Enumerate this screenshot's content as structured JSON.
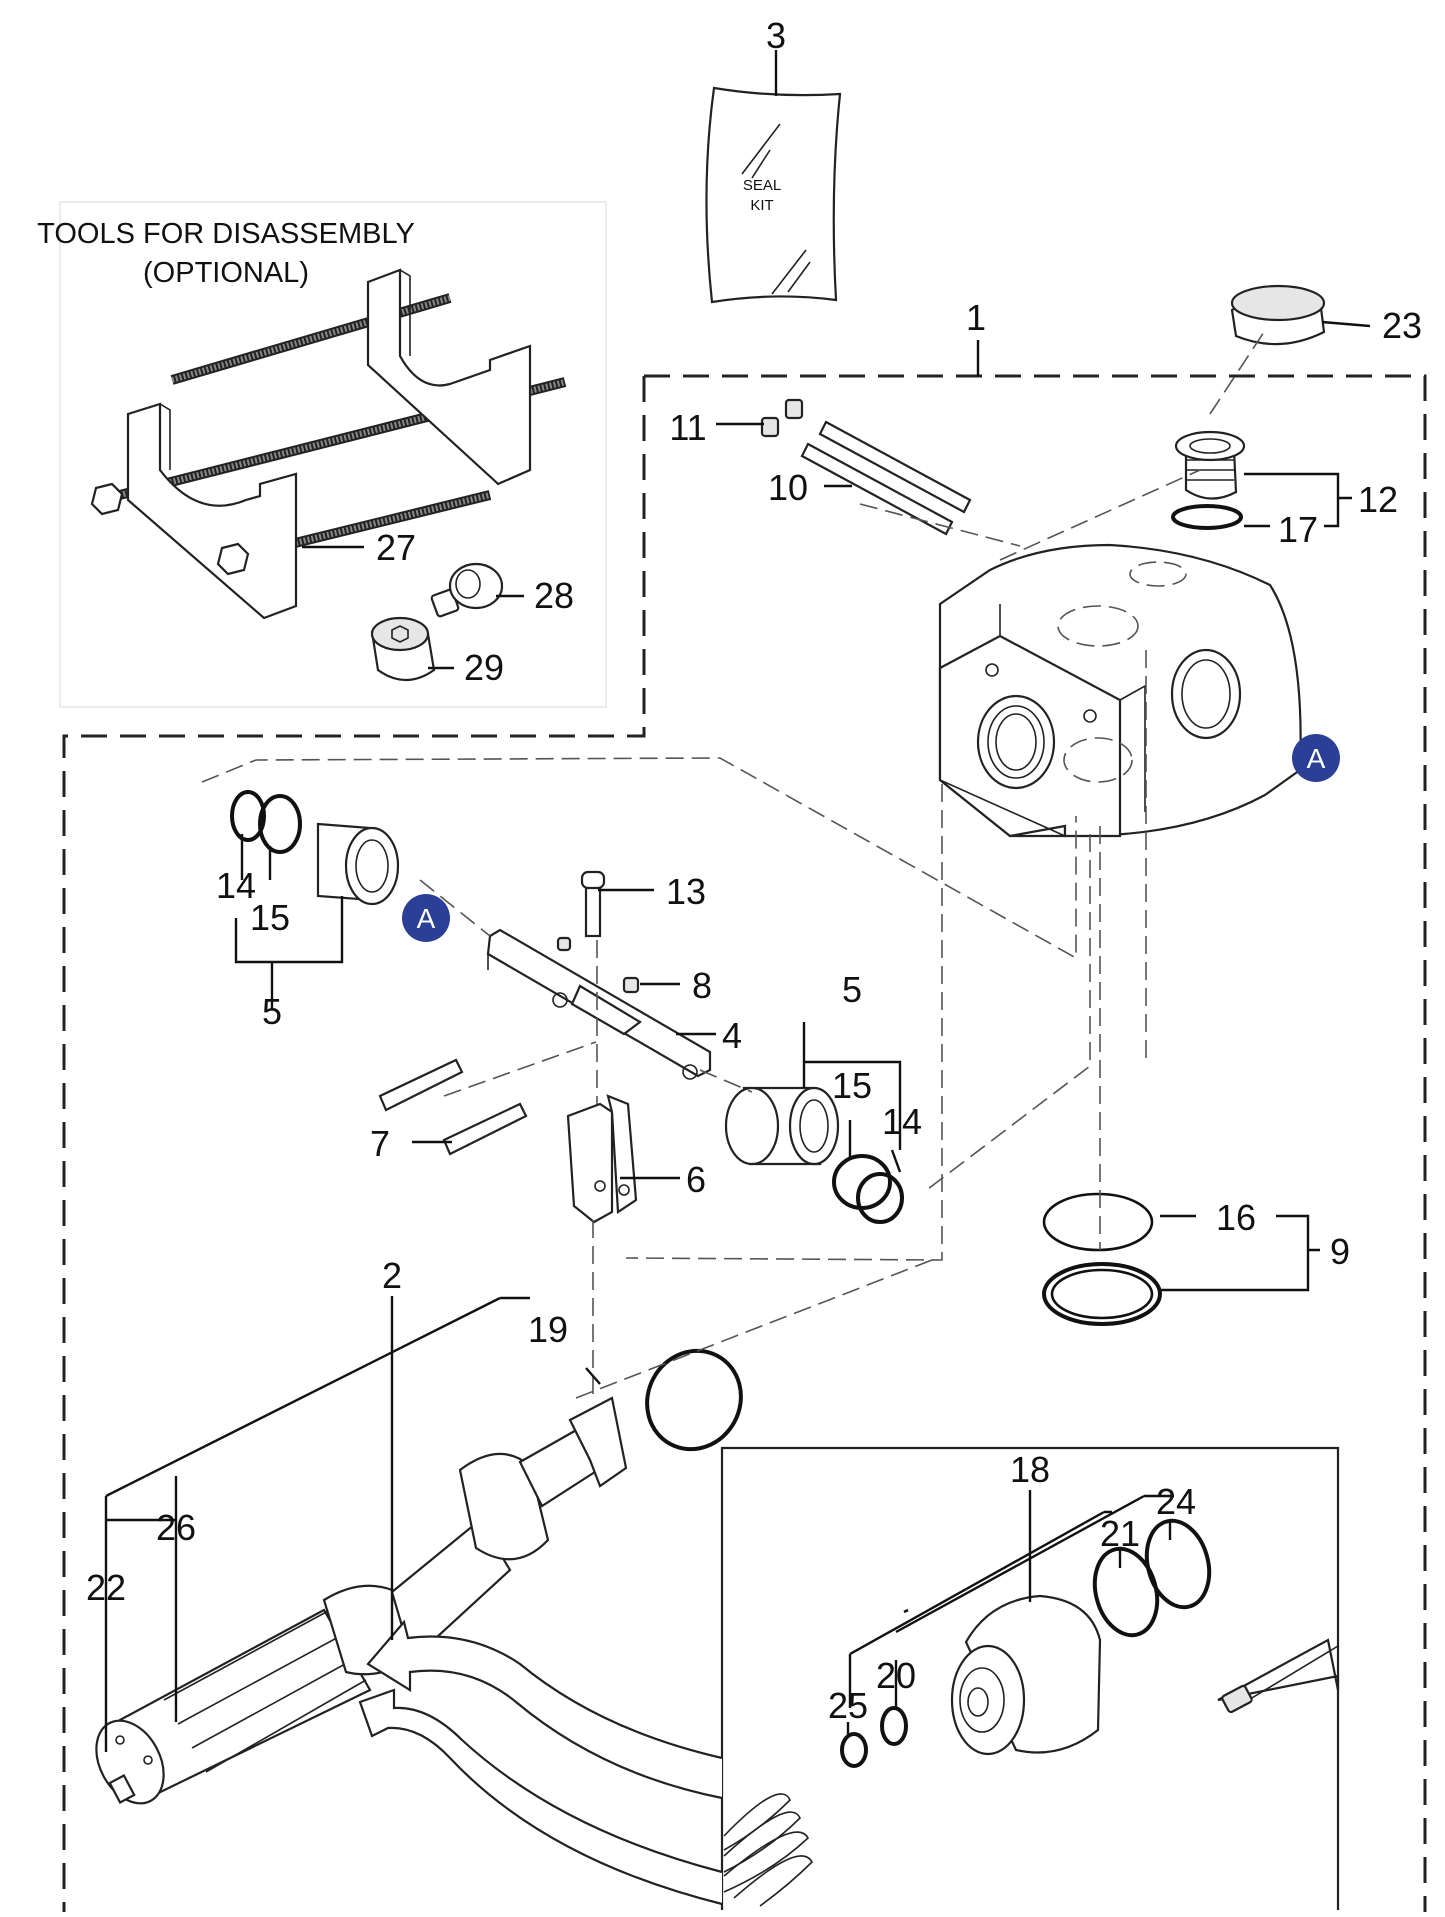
{
  "tools_title_line1": "TOOLS FOR DISASSEMBLY",
  "tools_title_line2": "(OPTIONAL)",
  "seal_kit_line1": "SEAL",
  "seal_kit_line2": "KIT",
  "badge_label": "A",
  "callouts": {
    "c1": "1",
    "c2": "2",
    "c3": "3",
    "c4": "4",
    "c5a": "5",
    "c5b": "5",
    "c6": "6",
    "c7": "7",
    "c8": "8",
    "c9": "9",
    "c10": "10",
    "c11": "11",
    "c12": "12",
    "c13": "13",
    "c14a": "14",
    "c14b": "14",
    "c15a": "15",
    "c15b": "15",
    "c16": "16",
    "c17": "17",
    "c18": "18",
    "c19": "19",
    "c20": "20",
    "c21": "21",
    "c22": "22",
    "c23": "23",
    "c24": "24",
    "c25": "25",
    "c26": "26",
    "c27": "27",
    "c28": "28",
    "c29": "29"
  },
  "colors": {
    "badge": "#2a3f95",
    "ink": "#111111"
  }
}
